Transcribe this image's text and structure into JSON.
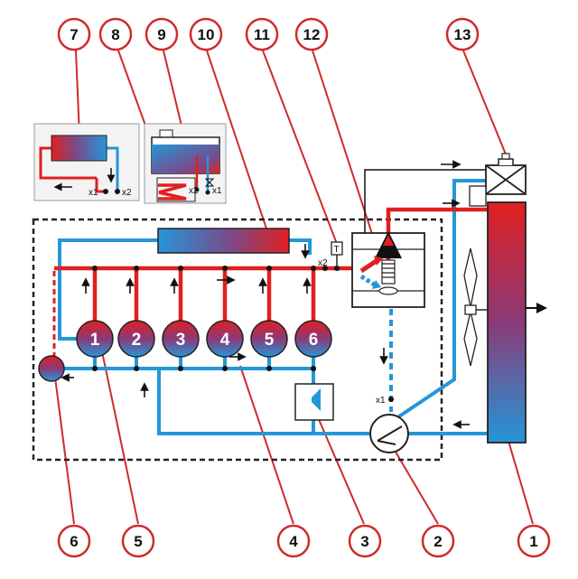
{
  "callouts": [
    "1",
    "2",
    "3",
    "4",
    "5",
    "6",
    "7",
    "8",
    "9",
    "10",
    "11",
    "12",
    "13"
  ],
  "cylinders": [
    "1",
    "2",
    "3",
    "4",
    "5",
    "6"
  ],
  "port_labels": {
    "inset_x1": "x1",
    "inset_x2": "x2",
    "inset2_x2": "x2",
    "inset2_x1": "x1",
    "main_x2": "x2",
    "main_x1": "x1",
    "sensor_t": "T"
  },
  "colors": {
    "hot": "#e02020",
    "cold": "#2596d8",
    "callout_ring": "#d02a2a",
    "frame": "#222222",
    "flow_arrow": "#111111"
  }
}
